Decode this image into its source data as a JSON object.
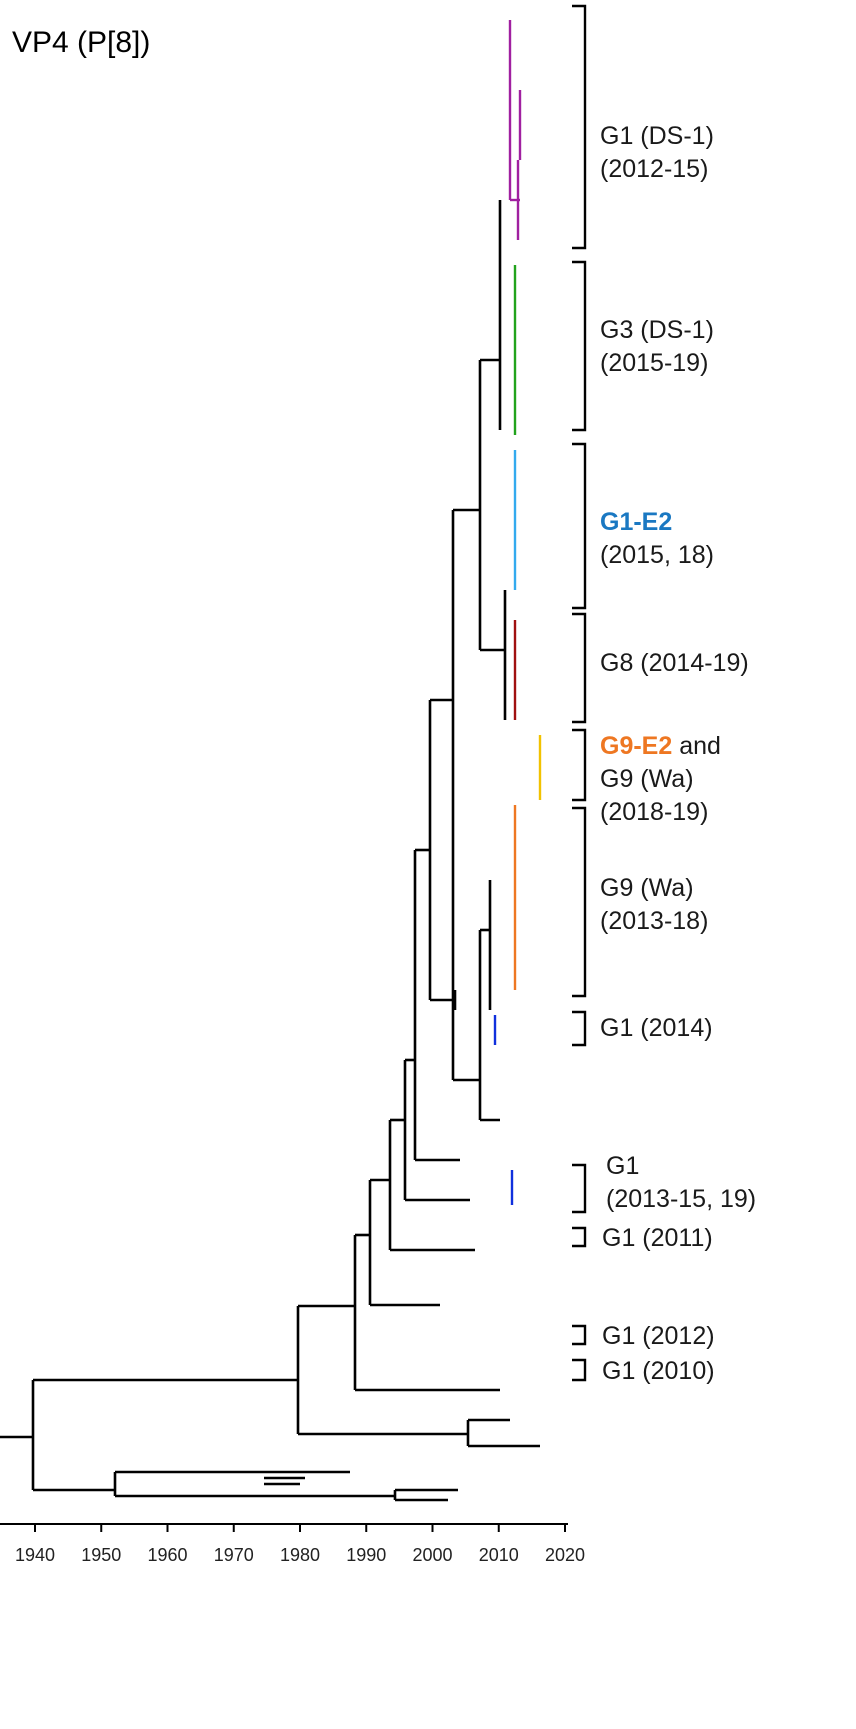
{
  "figure": {
    "title": "VP4 (P[8])"
  },
  "axis": {
    "ticks": [
      "1940",
      "1950",
      "1960",
      "1970",
      "1980",
      "1990",
      "2000",
      "2010",
      "2020"
    ],
    "range": [
      1940,
      2020
    ]
  },
  "colors": {
    "branch": "#000000",
    "g1_ds1": "#a020a0",
    "g3_ds1": "#22a31c",
    "g1_e2": "#33aaee",
    "g8": "#a01010",
    "g9_e2": "#ee7722",
    "g9_wa_2018": "#f2c200",
    "g1_blue": "#1030dd",
    "label_g1_e2": "#1a78c2",
    "label_g9_e2": "#ee7722"
  },
  "clades": [
    {
      "line1": "G1 (DS-1)",
      "line2": "(2012-15)"
    },
    {
      "line1": "G3 (DS-1)",
      "line2": "(2015-19)"
    },
    {
      "line1": "G1-E2",
      "line2": "(2015, 18)"
    },
    {
      "line1": "G8 (2014-19)"
    },
    {
      "line1_bold": "G9-E2",
      "line1_rest": " and",
      "line2": "G9 (Wa)",
      "line3": "(2018-19)"
    },
    {
      "line1": "G9 (Wa)",
      "line2": "(2013-18)"
    },
    {
      "line1": "G1 (2014)"
    },
    {
      "line1": "G1",
      "line2": "(2013-15, 19)"
    },
    {
      "line1": "G1 (2011)"
    },
    {
      "line1": "G1 (2012)"
    },
    {
      "line1": "G1 (2010)"
    }
  ]
}
